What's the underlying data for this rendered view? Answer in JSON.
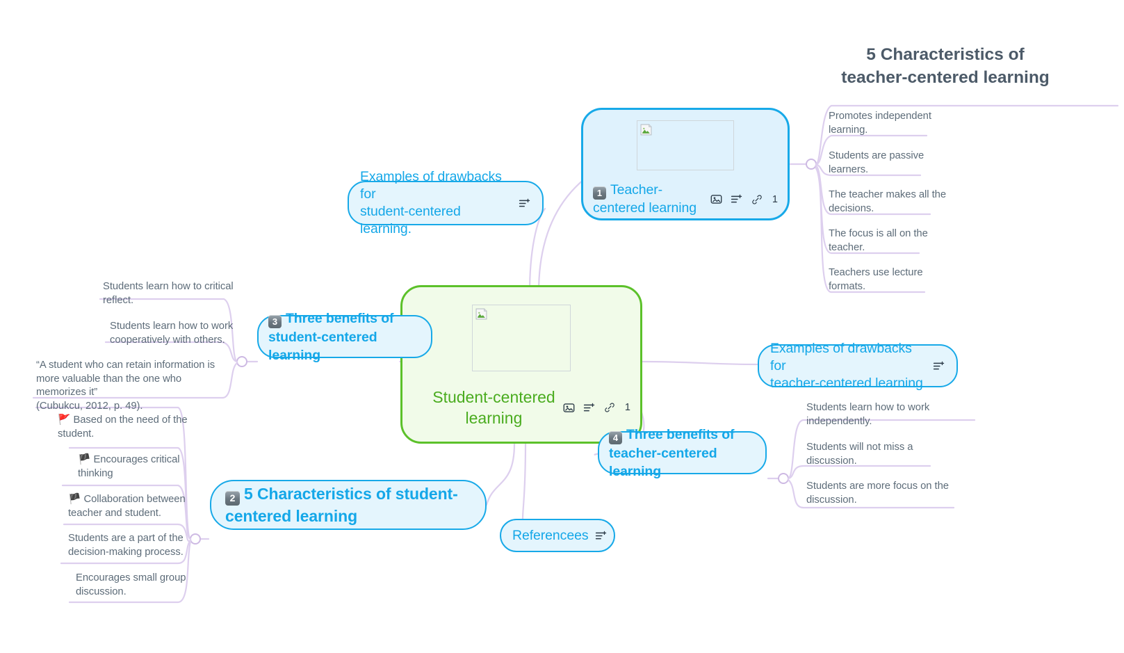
{
  "heading": {
    "line1": "5 Characteristics of",
    "line2": "teacher-centered learning"
  },
  "colors": {
    "accent_blue": "#14a7e8",
    "node_blue_bg": "#dff2fd",
    "accent_green": "#5cc12a",
    "node_green_bg": "#f1fbe9",
    "edge_purple": "#d9c9ec",
    "leaf_text": "#5d6c79",
    "heading_text": "#4c5a68"
  },
  "central_node": {
    "title": "Student-centered learning",
    "icons": [
      "image-icon",
      "note-icon",
      "link-icon"
    ],
    "link_count": "1"
  },
  "teacher_node": {
    "badge": "1",
    "title": "Teacher-centered learning",
    "icons": [
      "image-icon",
      "note-icon",
      "link-icon"
    ],
    "link_count": "1"
  },
  "nodes": {
    "drawbacks_student": {
      "line1": "Examples of drawbacks for",
      "line2": "student-centered learning.",
      "icon": "note-icon"
    },
    "drawbacks_teacher": {
      "line1": "Examples of drawbacks for",
      "line2": "teacher-centered learning",
      "icon": "note-icon"
    },
    "benefits_student": {
      "badge": "3",
      "line1": "Three benefits of",
      "line2": "student-centered learning"
    },
    "benefits_teacher": {
      "badge": "4",
      "line1": "Three benefits of",
      "line2": "teacher-centered learning"
    },
    "characteristics_student": {
      "badge": "2",
      "line1": "5 Characteristics of student-",
      "line2": "centered learning"
    },
    "references": {
      "label": "Referencees",
      "icon": "note-icon"
    }
  },
  "teacher_characteristics": [
    {
      "line1": "Promotes independent",
      "line2": "learning."
    },
    {
      "line1": "Students are passive",
      "line2": "learners."
    },
    {
      "line1": "The teacher makes all the",
      "line2": "decisions."
    },
    {
      "line1": "The focus is all on the",
      "line2": "teacher."
    },
    {
      "line1": "Teachers use lecture",
      "line2": "formats."
    }
  ],
  "student_benefits": [
    {
      "line1": "Students learn how to critical",
      "line2": "reflect."
    },
    {
      "line1": "Students learn how to work",
      "line2": "cooperatively with others."
    },
    {
      "line1": "“A student who can retain information is",
      "line2": "more valuable than the one who memorizes it”",
      "line3": "(Cubukcu, 2012, p. 49)."
    }
  ],
  "teacher_benefits": [
    {
      "line1": "Students learn how to work",
      "line2": "independently."
    },
    {
      "line1": "Students will not miss a",
      "line2": "discussion."
    },
    {
      "line1": "Students are more focus on the",
      "line2": "discussion."
    }
  ],
  "student_characteristics": [
    {
      "flag": "🚩",
      "line1": "Based on the need of the",
      "line2": "student."
    },
    {
      "flag": "🏴",
      "line1": "Encourages critical",
      "line2": "thinking"
    },
    {
      "flag": "🏴",
      "line1": "Collaboration between",
      "line2": "teacher and student."
    },
    {
      "flag": "",
      "line1": "Students are a part of the",
      "line2": "decision-making process."
    },
    {
      "flag": "",
      "line1": "Encourages small group",
      "line2": "discussion."
    }
  ]
}
